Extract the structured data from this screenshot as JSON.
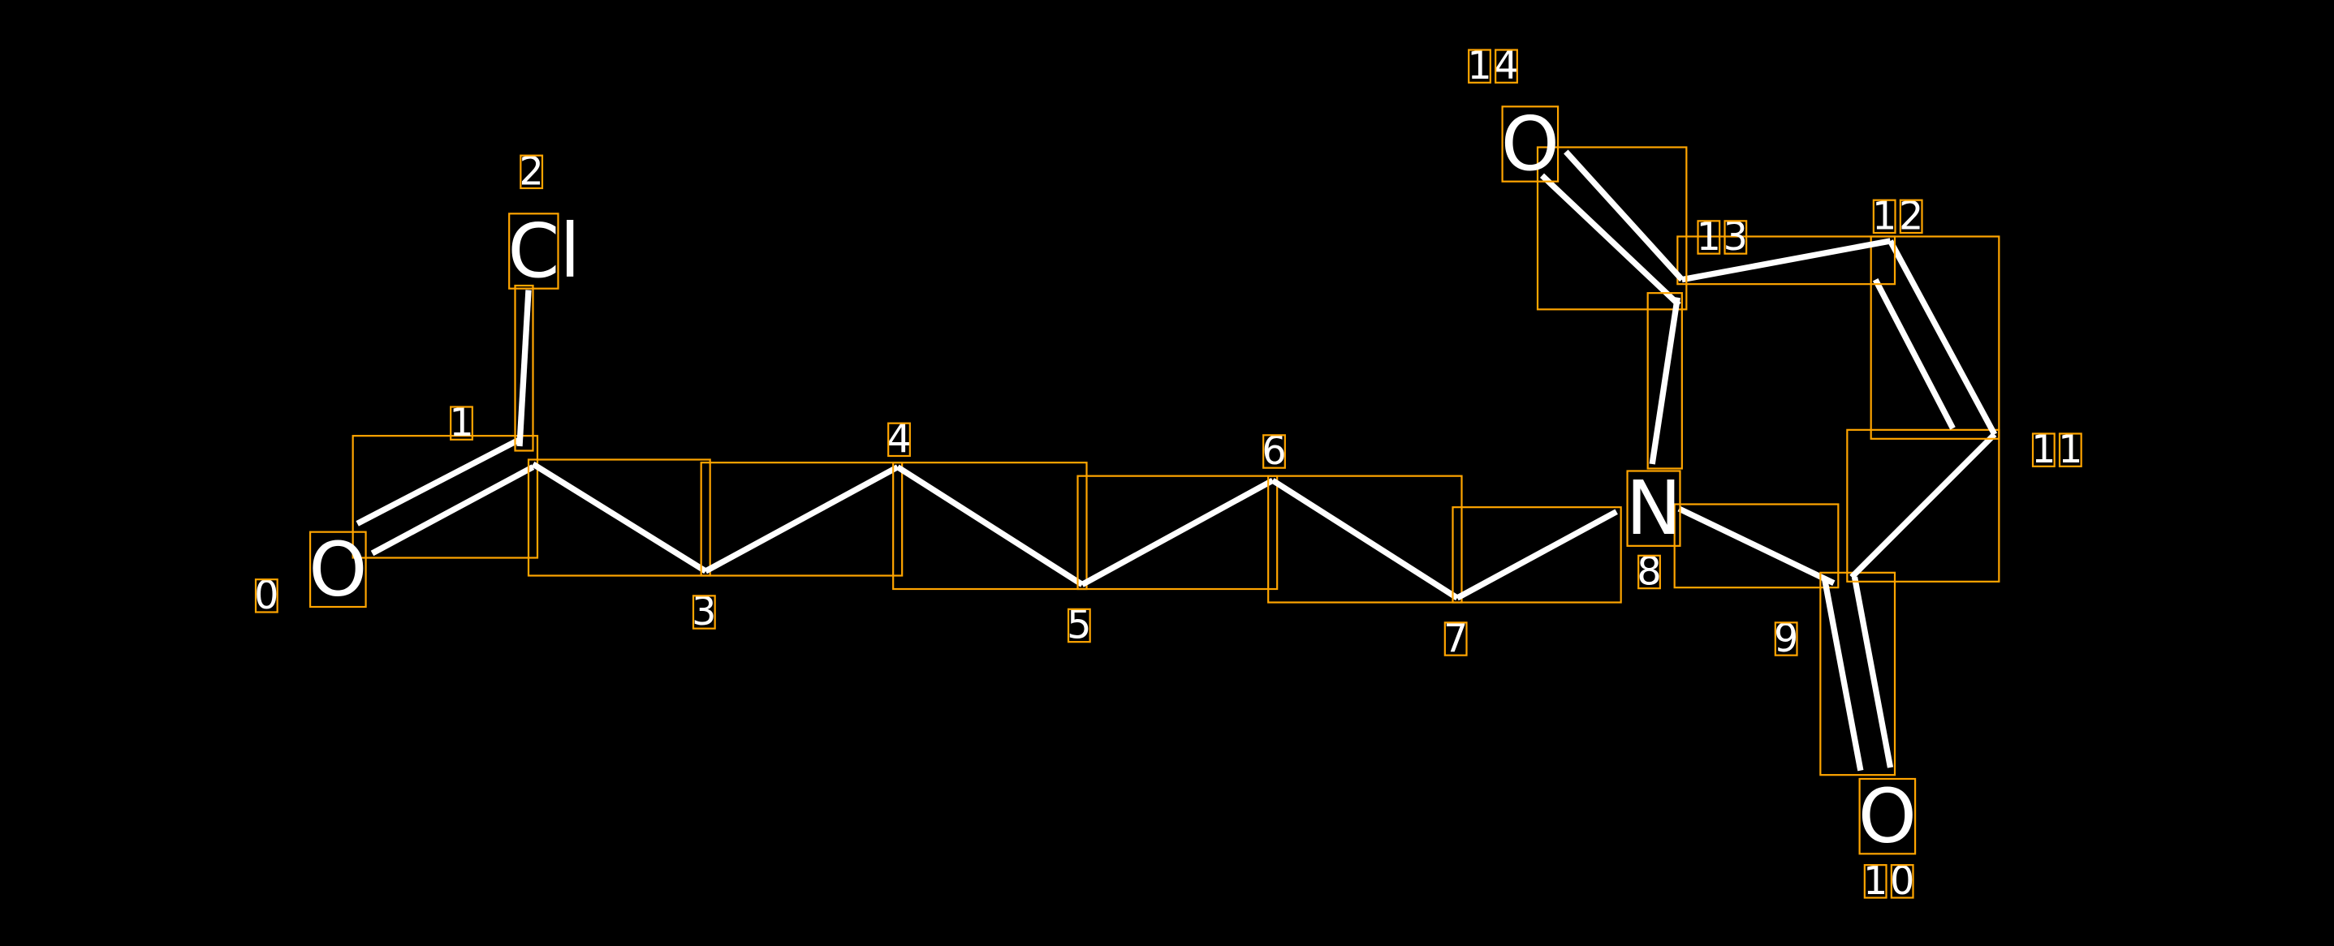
{
  "title": "Molecule structure with atom indices",
  "colors": {
    "background": "#000000",
    "bond": "#ffffff",
    "box": "#FFA500"
  },
  "atoms": [
    {
      "index": "0",
      "symbol": "O"
    },
    {
      "index": "1",
      "symbol": ""
    },
    {
      "index": "2",
      "symbol": "Cl"
    },
    {
      "index": "3",
      "symbol": ""
    },
    {
      "index": "4",
      "symbol": ""
    },
    {
      "index": "5",
      "symbol": ""
    },
    {
      "index": "6",
      "symbol": ""
    },
    {
      "index": "7",
      "symbol": ""
    },
    {
      "index": "8",
      "symbol": "N"
    },
    {
      "index": "9",
      "symbol": ""
    },
    {
      "index": "10",
      "symbol": "O"
    },
    {
      "index": "11",
      "symbol": ""
    },
    {
      "index": "12",
      "symbol": ""
    },
    {
      "index": "13",
      "symbol": ""
    },
    {
      "index": "14",
      "symbol": "O"
    }
  ],
  "bonds": [
    {
      "a": 0,
      "b": 1,
      "order": 2
    },
    {
      "a": 1,
      "b": 2,
      "order": 1
    },
    {
      "a": 1,
      "b": 3,
      "order": 1
    },
    {
      "a": 3,
      "b": 4,
      "order": 1
    },
    {
      "a": 4,
      "b": 5,
      "order": 1
    },
    {
      "a": 5,
      "b": 6,
      "order": 1
    },
    {
      "a": 6,
      "b": 7,
      "order": 1
    },
    {
      "a": 7,
      "b": 8,
      "order": 1
    },
    {
      "a": 8,
      "b": 9,
      "order": 1
    },
    {
      "a": 9,
      "b": 10,
      "order": 2
    },
    {
      "a": 9,
      "b": 11,
      "order": 1
    },
    {
      "a": 11,
      "b": 12,
      "order": 2
    },
    {
      "a": 12,
      "b": 13,
      "order": 1
    },
    {
      "a": 13,
      "b": 14,
      "order": 2
    },
    {
      "a": 13,
      "b": 8,
      "order": 1
    }
  ]
}
